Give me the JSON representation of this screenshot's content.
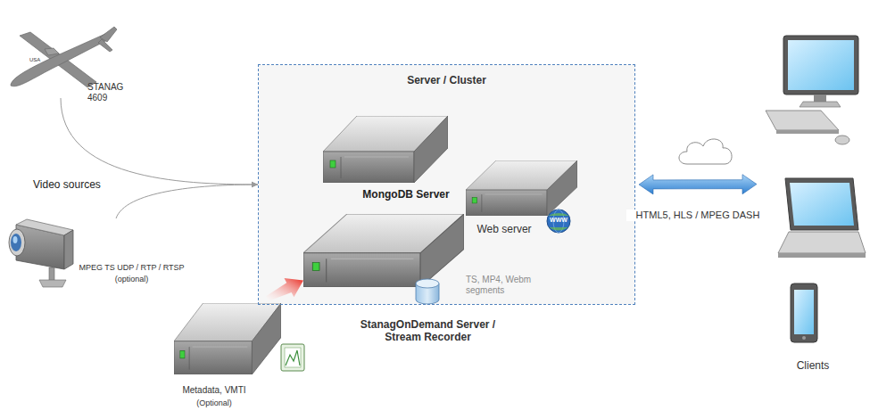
{
  "diagram": {
    "nodes": [
      {
        "text": [
          "STANAG 4609"
        ]
      },
      {
        "text": [
          "Server / Cluster"
        ]
      },
      {
        "text": [
          "MongoDB Server"
        ],
        "in": 1
      },
      {
        "text": [
          "Web server"
        ],
        "in": 1
      },
      {
        "text": [
          "StanagOnDemand Server / Stream Recorder"
        ],
        "in": 1
      },
      {
        "text": [
          "MPEG TS UDP / RTP / RTSP",
          "(optional)"
        ]
      },
      {
        "text": [
          "Metadata, VMTI",
          "(Optional)"
        ]
      },
      {
        "text": [
          "Clients"
        ]
      }
    ],
    "edges": [
      {
        "from": 0,
        "to": 1,
        "arrow": "to"
      },
      {
        "from": 5,
        "to": 1,
        "arrow": "to"
      },
      {
        "from": 6,
        "to": 4,
        "arrow": "to"
      },
      {
        "from": 1,
        "to": 7,
        "label": "HTML5, HLS / MPEG DASH",
        "arrow": "both"
      }
    ],
    "labels": [
      "Video sources",
      "USA",
      "WWW",
      "TS, MP4, Webm segments"
    ]
  }
}
